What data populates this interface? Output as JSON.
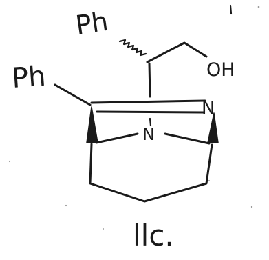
{
  "figure": {
    "compound_label": "llc.",
    "atoms": {
      "phenyl_top": "Ph",
      "phenyl_left": "Ph",
      "hydroxyl": "OH",
      "nitrogen_right": "N",
      "nitrogen_bridge": "N"
    },
    "colors": {
      "ink": "#1a1a1a",
      "background": "#ffffff"
    }
  }
}
